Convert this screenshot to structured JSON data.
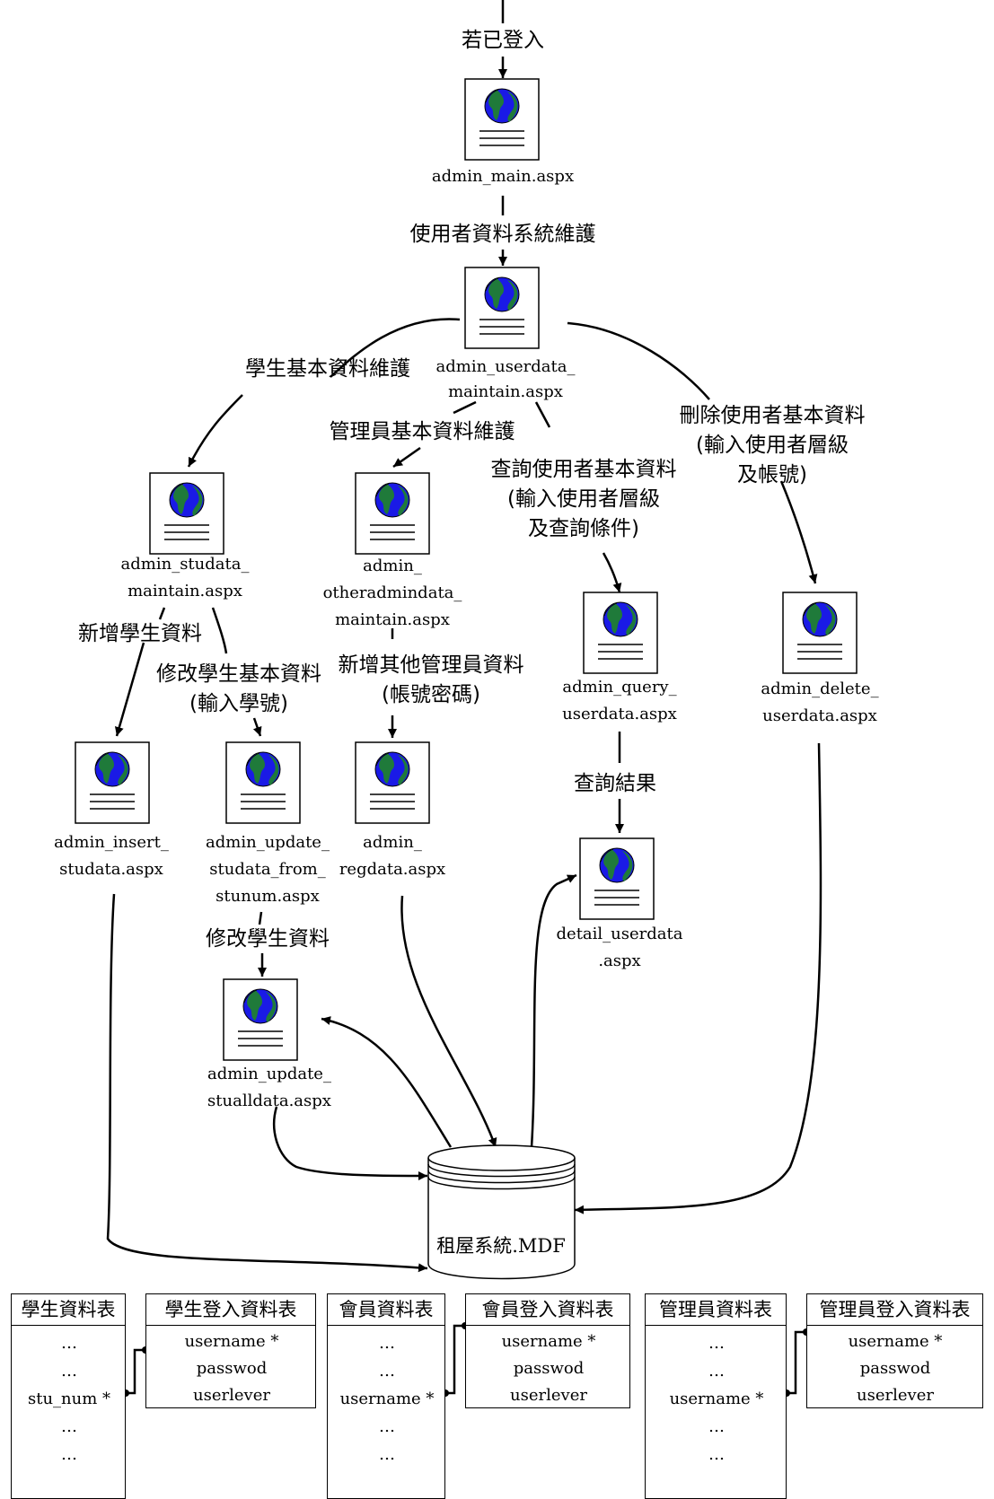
{
  "flow": {
    "edge_logged_in": "若已登入",
    "edge_user_maint": "使用者資料系統維護",
    "edge_student_maint": "學生基本資料維護",
    "edge_admin_maint": "管理員基本資料維護",
    "edge_query": [
      "查詢使用者基本資料",
      "(輸入使用者層級",
      "及查詢條件)"
    ],
    "edge_delete": [
      "刪除使用者基本資料",
      "(輸入使用者層級",
      "及帳號)"
    ],
    "edge_add_student": "新增學生資料",
    "edge_edit_student": [
      "修改學生基本資料",
      "(輸入學號)"
    ],
    "edge_add_admin": [
      "新增其他管理員資料",
      "(帳號密碼)"
    ],
    "edge_query_result": "查詢結果",
    "edge_edit_student_data": "修改學生資料"
  },
  "pages": {
    "main": [
      "admin_main.aspx"
    ],
    "userdata_maintain": [
      "admin_userdata_",
      "maintain.aspx"
    ],
    "studata_maintain": [
      "admin_studata_",
      "maintain.aspx"
    ],
    "otheradmin_maintain": [
      "admin_",
      "otheradmindata_",
      "maintain.aspx"
    ],
    "query_userdata": [
      "admin_query_",
      "userdata.aspx"
    ],
    "delete_userdata": [
      "admin_delete_",
      "userdata.aspx"
    ],
    "insert_studata": [
      "admin_insert_",
      "studata.aspx"
    ],
    "update_from_stunum": [
      "admin_update_",
      "studata_from_",
      "stunum.aspx"
    ],
    "regdata": [
      "admin_",
      "regdata.aspx"
    ],
    "detail_userdata": [
      "detail_userdata",
      ".aspx"
    ],
    "update_stualldata": [
      "admin_update_",
      "stualldata.aspx"
    ]
  },
  "database": {
    "name": "租屋系統.MDF"
  },
  "tables": [
    {
      "title": "學生資料表",
      "fields": [
        "…",
        "…",
        "stu_num *",
        "…",
        "…"
      ]
    },
    {
      "title": "學生登入資料表",
      "fields": [
        "username *",
        "passwod",
        "userlever"
      ]
    },
    {
      "title": "會員資料表",
      "fields": [
        "…",
        "…",
        "username *",
        "…",
        "…"
      ]
    },
    {
      "title": "會員登入資料表",
      "fields": [
        "username *",
        "passwod",
        "userlever"
      ]
    },
    {
      "title": "管理員資料表",
      "fields": [
        "…",
        "…",
        "username *",
        "…",
        "…"
      ]
    },
    {
      "title": "管理員登入資料表",
      "fields": [
        "username *",
        "passwod",
        "userlever"
      ]
    }
  ],
  "colors": {
    "globe_ocean": "#1a1ae6",
    "globe_land": "#1f7a3a",
    "line": "#000000"
  },
  "icons": [
    "web-page-icon",
    "globe-icon",
    "database-icon"
  ]
}
